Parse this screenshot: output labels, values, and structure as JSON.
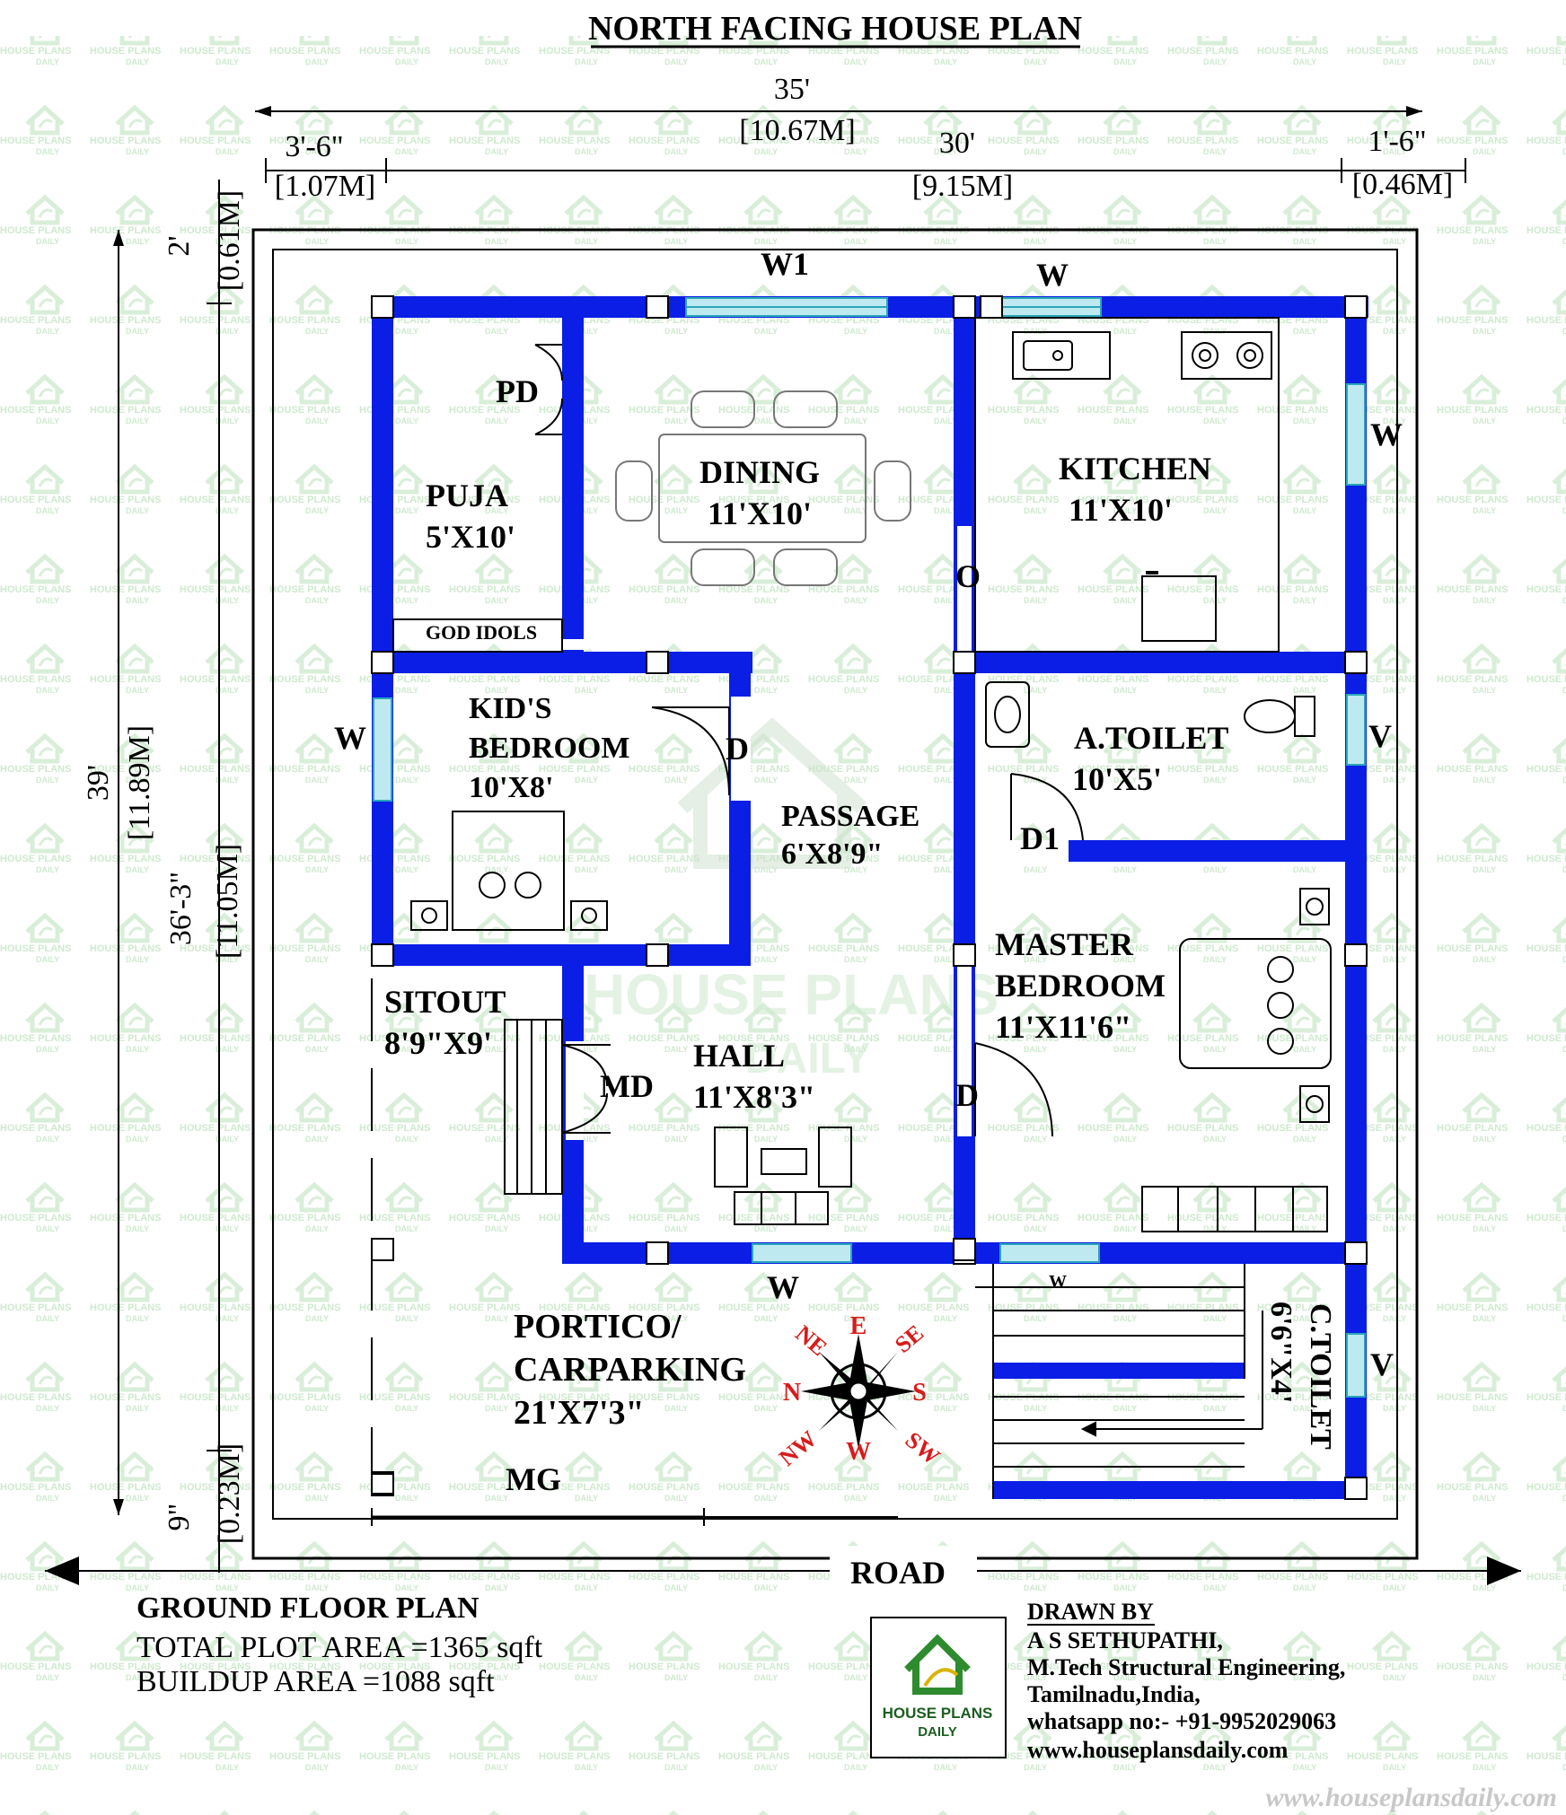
{
  "title": "NORTH FACING HOUSE PLAN",
  "watermark": {
    "pattern_text": "HOUSE PLANS DAILY",
    "pattern_subtext": "DAILY",
    "center_text": "HOUSE PLANS",
    "center_subtext": "DAILY",
    "bottom_url": "www.houseplansdaily.com",
    "color": "#cfe9cf"
  },
  "colors": {
    "wall": "#0a1ee6",
    "window": "#bfe9f0",
    "compass": "#d81b1b"
  },
  "dimensions": {
    "overall_width_ft": "35'",
    "overall_width_m": "[10.67M]",
    "left_margin_ft": "3'-6\"",
    "left_margin_m": "[1.07M]",
    "building_width_ft": "30'",
    "building_width_m": "[9.15M]",
    "right_margin_ft": "1'-6\"",
    "right_margin_m": "[0.46M]",
    "overall_depth_ft": "39'",
    "overall_depth_m": "[11.89M]",
    "top_margin_ft": "2'",
    "top_margin_m": "[0.61M]",
    "building_depth_ft": "36'-3\"",
    "building_depth_m": "[11.05M]",
    "bottom_margin_ft": "9\"",
    "bottom_margin_m": "[0.23M]"
  },
  "rooms": {
    "puja": {
      "name": "PUJA",
      "size": "5'X10'",
      "note": "GOD IDOLS",
      "door": "PD"
    },
    "dining": {
      "name": "DINING",
      "size": "11'X10'",
      "window": "W1"
    },
    "kitchen": {
      "name": "KITCHEN",
      "size": "11'X10'",
      "opening": "O"
    },
    "kids_bedroom": {
      "name_line1": "KID'S",
      "name_line2": "BEDROOM",
      "size": "10'X8'",
      "door": "D"
    },
    "passage": {
      "name": "PASSAGE",
      "size": "6'X8'9\""
    },
    "attached_toilet": {
      "name": "A.TOILET",
      "size": "10'X5'",
      "door": "D1"
    },
    "master_bedroom": {
      "name_line1": "MASTER",
      "name_line2": "BEDROOM",
      "size": "11'X11'6\"",
      "door": "D"
    },
    "sitout": {
      "name": "SITOUT",
      "size": "8'9\"X9'"
    },
    "hall": {
      "name": "HALL",
      "size": "11'X8'3\"",
      "door": "MD"
    },
    "portico": {
      "name_line1": "PORTICO/",
      "name_line2": "CARPARKING",
      "size": "21'X7'3\"",
      "gate": "MG"
    },
    "common_toilet": {
      "name": "C.TOILET",
      "size": "6'6\"X4'"
    }
  },
  "openings": {
    "window": "W",
    "ventilator": "V",
    "stair_window": "W"
  },
  "compass": {
    "n": "N",
    "e": "E",
    "s": "S",
    "w": "W",
    "ne": "NE",
    "se": "SE",
    "sw": "SW",
    "nw": "NW"
  },
  "road_label": "ROAD",
  "summary": {
    "heading": "GROUND FLOOR PLAN",
    "plot_area": "TOTAL PLOT AREA =1365 sqft",
    "buildup_area": "BUILDUP AREA =1088 sqft"
  },
  "logo": {
    "line1": "HOUSE PLANS",
    "line2": "DAILY"
  },
  "credits": {
    "drawn_by": "DRAWN BY",
    "name": "A S SETHUPATHI,",
    "degree": "M.Tech Structural Engineering,",
    "location": "Tamilnadu,India,",
    "whatsapp": "whatsapp no:- +91-9952029063",
    "website": "www.houseplansdaily.com"
  }
}
